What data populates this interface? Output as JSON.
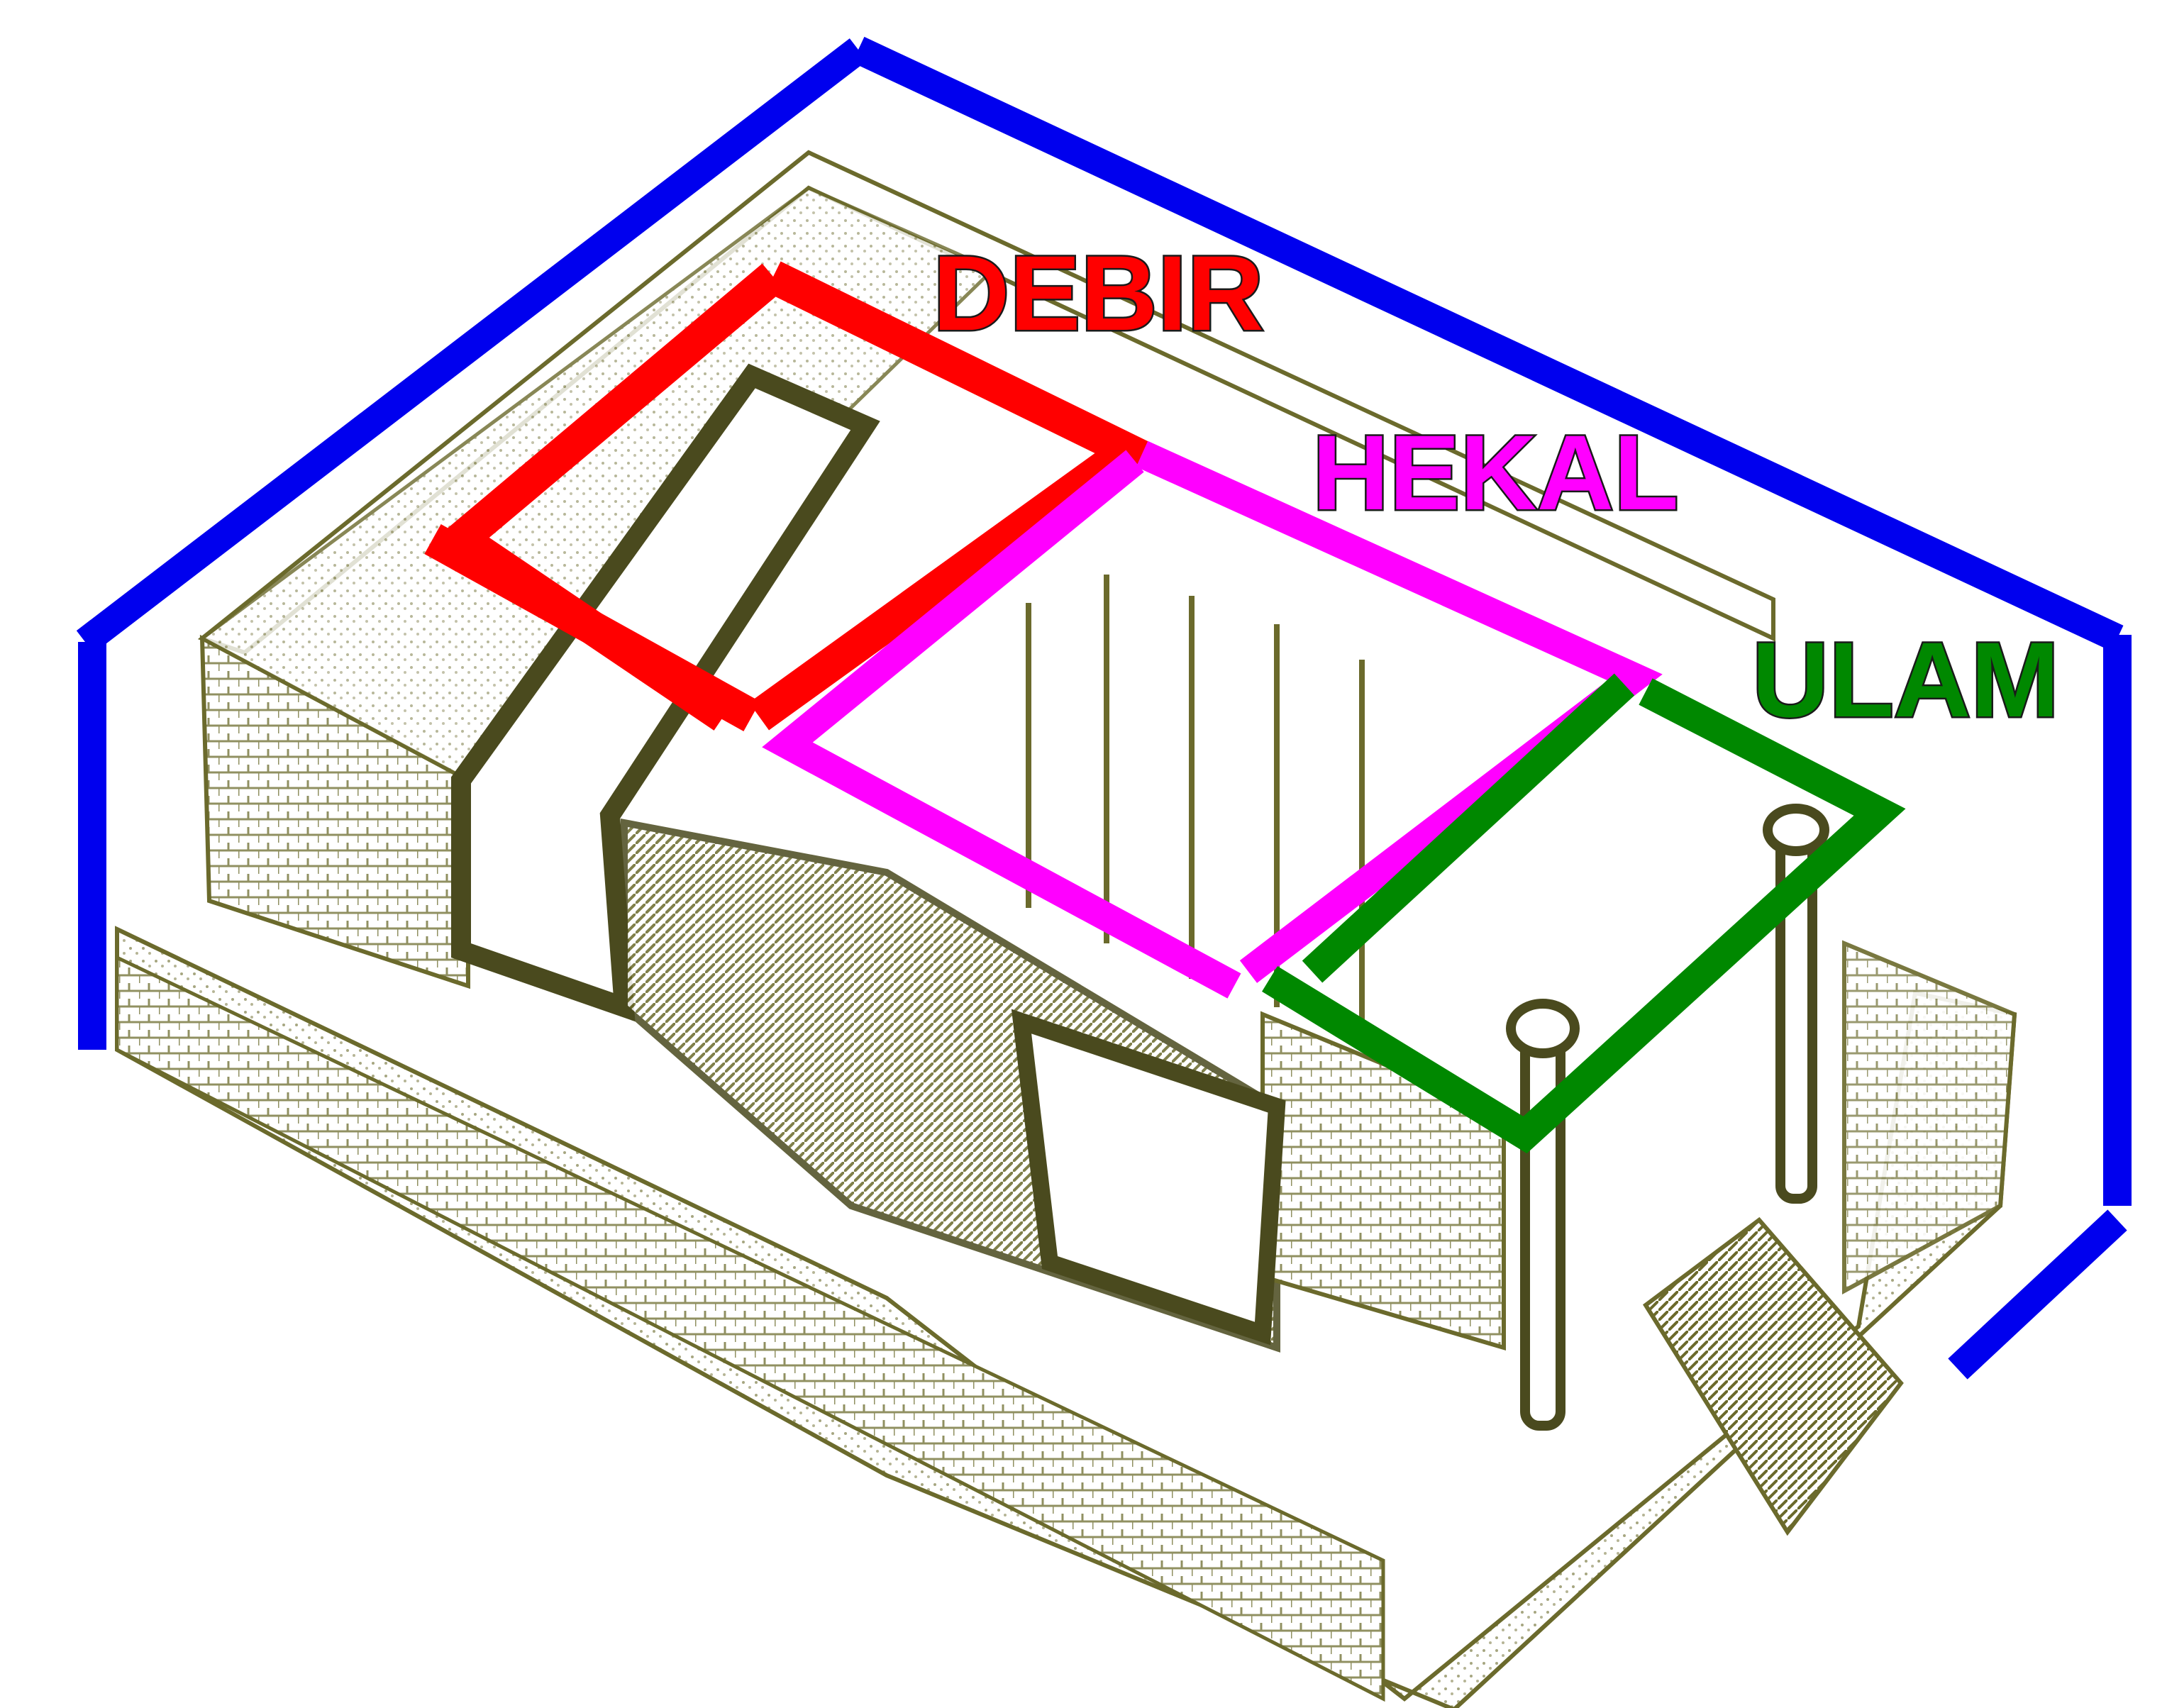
{
  "labels": {
    "debir": "DEBIR",
    "hekal": "HEKAL",
    "ulam": "ULAM"
  },
  "colors": {
    "debir": "#ff0000",
    "hekal": "#ff00ff",
    "ulam": "#008800",
    "enclosure": "#0000ee",
    "drawing_ink": "#6b6a2c",
    "drawing_ink_dark": "#4a4a1e",
    "background": "#ffffff"
  }
}
